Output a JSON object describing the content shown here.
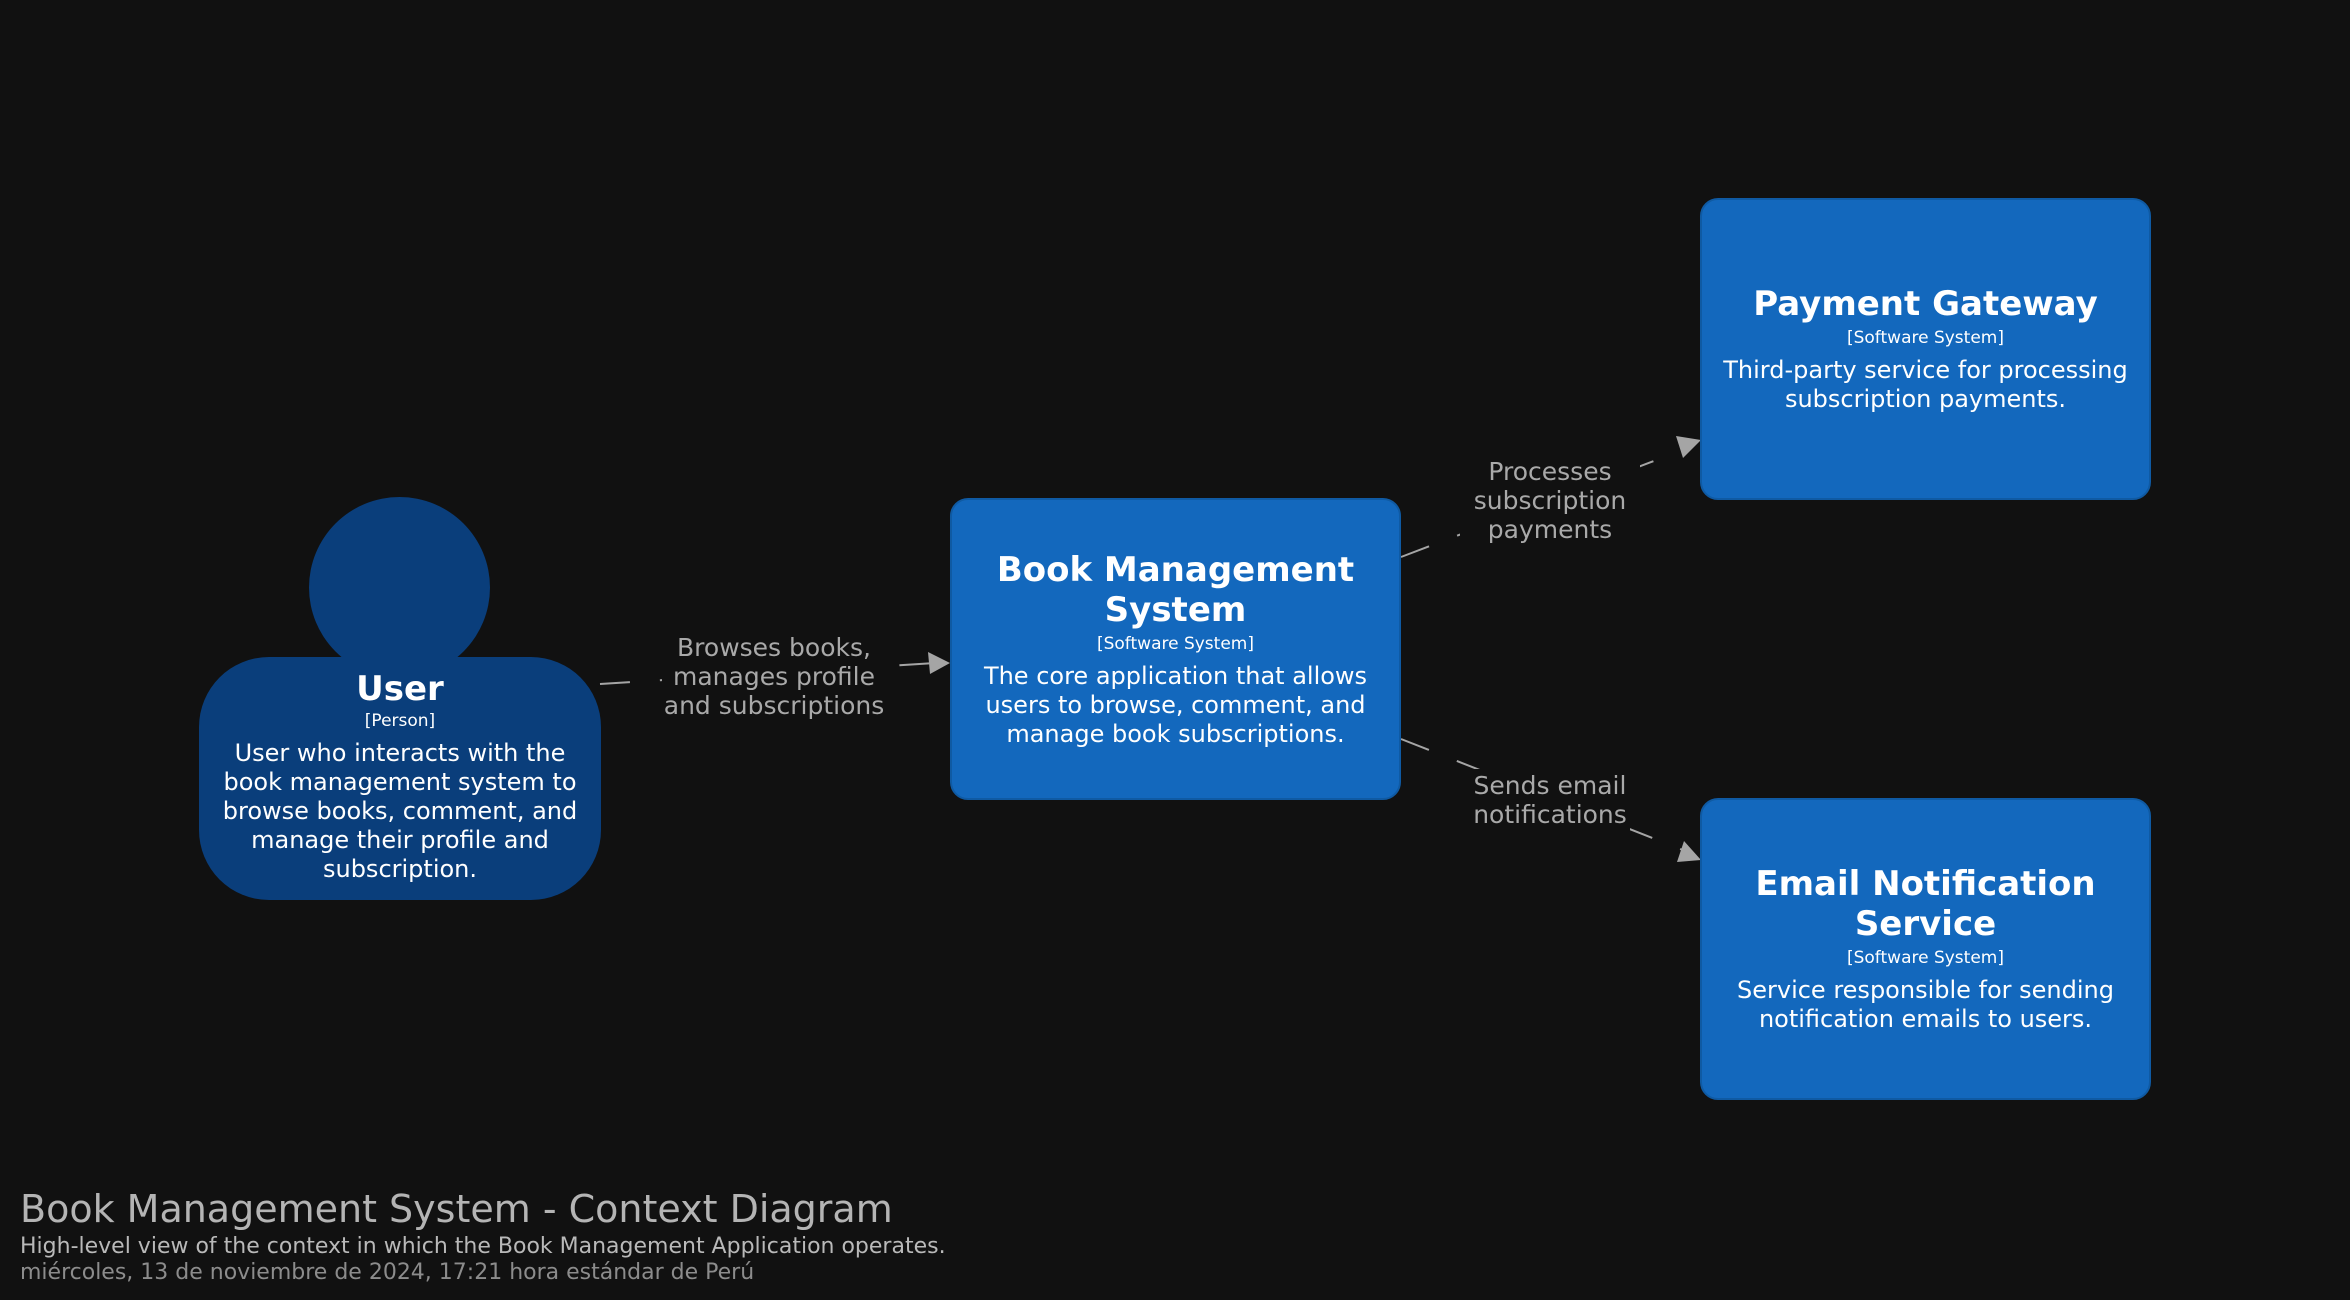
{
  "elements": {
    "user": {
      "name": "User",
      "type": "[Person]",
      "description": "User who interacts with the book management system to browse books, comment, and manage their profile and subscription."
    },
    "bms": {
      "name": "Book Management System",
      "type": "[Software System]",
      "description": "The core application that allows users to browse, comment, and manage book subscriptions."
    },
    "payment": {
      "name": "Payment Gateway",
      "type": "[Software System]",
      "description": "Third-party service for processing subscription payments."
    },
    "email": {
      "name": "Email Notification Service",
      "type": "[Software System]",
      "description": "Service responsible for sending notification emails to users."
    }
  },
  "relationships": {
    "user_to_bms": "Browses books,\nmanages profile\nand subscriptions",
    "bms_to_payment": "Processes\nsubscription\npayments",
    "bms_to_email": "Sends email\nnotifications"
  },
  "footer": {
    "title": "Book Management System - Context Diagram",
    "subtitle": "High-level view of the context in which the Book Management Application operates.",
    "timestamp": "miércoles, 13 de noviembre de 2024, 17:21 hora estándar de Perú"
  },
  "colors": {
    "background": "#111111",
    "person": "#0a3e7b",
    "software_system": "#1368bd",
    "connector": "#a5a5a5"
  }
}
